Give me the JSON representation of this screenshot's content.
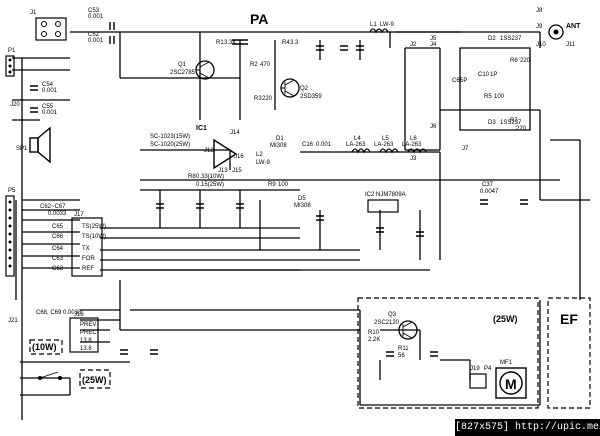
{
  "stage_label": "PA",
  "power_box_label": "(25W)",
  "ef_box_label": "EF",
  "switch_low_label": "(10W)",
  "switch_high_label": "(25W)",
  "antenna_label": "ANT",
  "motor_symbol": "M",
  "ic1_label": "IC1",
  "ic1_model": "SC-1023(15W)",
  "ic1_model_alt": "SC-1020(25W)",
  "ic2_label": "IC2 NJM7809A",
  "jack_labels": [
    "J1",
    "J2",
    "J3",
    "J4",
    "J5",
    "J6",
    "J7",
    "J8",
    "J9",
    "J10",
    "J11",
    "J12",
    "J13",
    "J14",
    "J15",
    "J16",
    "J17",
    "J18",
    "J19",
    "J20",
    "J21"
  ],
  "transistors": [
    {
      "ref": "Q1",
      "part": "2SC2785"
    },
    {
      "ref": "Q2",
      "part": "2SD359"
    },
    {
      "ref": "Q3",
      "part": "2SC2120"
    }
  ],
  "diodes": [
    {
      "ref": "D1",
      "part": "MI308"
    },
    {
      "ref": "D2",
      "part": "1SS237"
    },
    {
      "ref": "D3",
      "part": "1SS237"
    },
    {
      "ref": "D5",
      "part": "MI308"
    }
  ],
  "coils": [
    {
      "ref": "L1",
      "part": "LW-9"
    },
    {
      "ref": "L2",
      "part": "LW-9"
    },
    {
      "ref": "L4",
      "part": "LA-263"
    },
    {
      "ref": "L5",
      "part": "LA-263"
    },
    {
      "ref": "L6",
      "part": "LA-263"
    }
  ],
  "resistors": [
    {
      "ref": "R1",
      "value": "3.3K"
    },
    {
      "ref": "R2",
      "value": "470"
    },
    {
      "ref": "R3",
      "value": "220"
    },
    {
      "ref": "R4",
      "value": "3.3"
    },
    {
      "ref": "R5",
      "value": "100"
    },
    {
      "ref": "R6",
      "value": "220"
    },
    {
      "ref": "R7",
      "value": "220"
    },
    {
      "ref": "R8",
      "value": "0.33(10W)"
    },
    {
      "ref": "R8b",
      "value": "0.15(25W)"
    },
    {
      "ref": "R9",
      "value": "100"
    },
    {
      "ref": "R10",
      "value": "2.2K"
    },
    {
      "ref": "R11",
      "value": "56"
    }
  ],
  "capacitors": [
    {
      "ref": "C53",
      "value": "0.001"
    },
    {
      "ref": "C52",
      "value": "0.001"
    },
    {
      "ref": "C54",
      "value": "0.001"
    },
    {
      "ref": "C55",
      "value": "0.001"
    },
    {
      "ref": "C16",
      "value": "0.001"
    },
    {
      "ref": "C37",
      "value": "0.0047"
    },
    {
      "ref": "C6",
      "value": "5P"
    },
    {
      "ref": "C10",
      "value": "1P"
    }
  ],
  "bus_labels": [
    "C62~C67",
    "0.0033",
    "C68, C69 0.0033"
  ],
  "connector_j17_pins": [
    "TS(25W)",
    "TS(10W)",
    "TX",
    "FOR",
    "REF"
  ],
  "connector_j17_caps": [
    "C65",
    "C66",
    "C64",
    "C63",
    "C62"
  ],
  "connector_j18_pins": [
    "PREV",
    "PREC",
    "13.8",
    "13.8"
  ],
  "speaker_label": "SP1",
  "motor_label": "MF1",
  "plug_labels": [
    "P1",
    "P4",
    "P5"
  ],
  "watermark": "[827x575] http://upic.me/"
}
